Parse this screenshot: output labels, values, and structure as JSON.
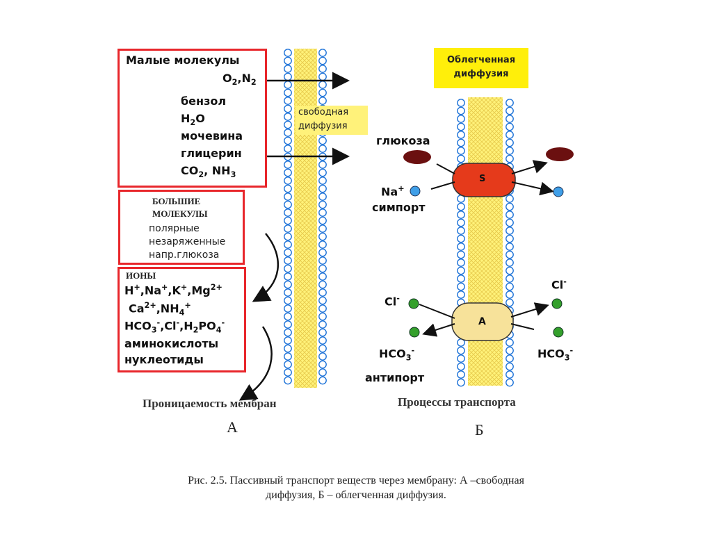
{
  "colors": {
    "box_border": "#e8262b",
    "bead": "#1e73d8",
    "membrane_yellow": "#fff27a",
    "label_yellow": "#ffef0a",
    "s_carrier": "#e53a1b",
    "a_carrier": "#f7e29a",
    "glucose": "#6b1010",
    "na": "#3f9fe8",
    "cl": "#34a02c"
  },
  "icons": [
    "glucose-molecule",
    "sodium-ion",
    "chloride-ion",
    "bicarbonate-ion",
    "carrier-protein"
  ],
  "panel_a": {
    "small_box": {
      "title": "Малые молекулы",
      "o2n2": "O2,N2",
      "items": [
        "бензол",
        "H2O",
        "мочевина",
        "глицерин",
        "CO2, NH3"
      ]
    },
    "large_box": {
      "title_line1": "БОЛЬШИЕ",
      "title_line2": "МОЛЕКУЛЫ",
      "items": [
        "полярные",
        "незаряженные",
        "напр.глюкоза"
      ]
    },
    "ions_box": {
      "title": "ИОНЫ",
      "line1": "H+,Na+,K+,Mg2+",
      "line2": "Ca2+,NH4+",
      "line3": "HCO3-,Cl-,H2PO4-",
      "items": [
        "аминокислоты",
        "нуклеотиды"
      ]
    },
    "free_diffusion_label": "свободная диффузия",
    "bottom_title": "Проницаемость мембран",
    "letter": "А"
  },
  "panel_b": {
    "facilitated_label": "Облегченная диффузия",
    "glucose": "глюкоза",
    "na": "Na+",
    "symport": "симпорт",
    "s_carrier": "S",
    "a_carrier": "A",
    "cl_left": "Cl-",
    "cl_right": "Cl-",
    "hco3_left": "HCO3-",
    "hco3_right": "HCO3-",
    "antiport": "антипорт",
    "bottom_title": "Процессы транспорта",
    "letter": "Б"
  },
  "caption": {
    "line1": "Рис. 2.5. Пассивный транспорт веществ через мембрану: А –свободная",
    "line2": "диффузия, Б – облегченная диффузия."
  }
}
